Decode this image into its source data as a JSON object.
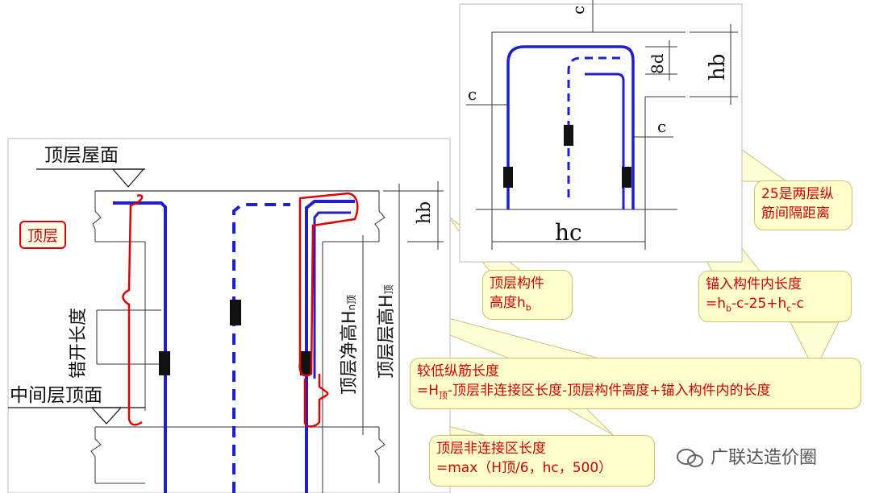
{
  "left_panel": {
    "roof_label": "顶层屋面",
    "mid_label": "中间层顶面",
    "stagger_label": "错开长度",
    "clear_height_label": "顶层净高H",
    "clear_height_sub": "n顶",
    "story_height_label": "顶层层高H",
    "story_height_sub": "顶",
    "hb_label": "hb"
  },
  "top_layer_tag": "顶层",
  "right_panel": {
    "c_top": "c",
    "c_left": "c",
    "c_right": "c",
    "eight_d": "8d",
    "hb_label": "hb",
    "hc_label": "hc"
  },
  "callouts": {
    "member_height_line1": "顶层构件",
    "member_height_line2": "高度h",
    "member_height_sub": "b",
    "spacing_line1": "25是两层纵",
    "spacing_line2": "筋间隔距离",
    "anchor_title": "锚入构件内长度",
    "anchor_formula_a": "=h",
    "anchor_formula_sub1": "b",
    "anchor_formula_b": "-c-25+h",
    "anchor_formula_sub2": "c",
    "anchor_formula_c": "-c",
    "lower_title": "较低纵筋长度",
    "lower_formula_a": "=H",
    "lower_formula_sub": "顶",
    "lower_formula_b": "-顶层非连接区长度-顶层构件高度+锚入构件内的长度",
    "nonconn_title": "顶层非连接区长度",
    "nonconn_formula": "=max（H顶/6，hc，500）"
  },
  "watermark": "广联达造价圈",
  "colors": {
    "rebar": "#1f1fd0",
    "red": "#e00000",
    "callout_bg": "#ffffcc"
  }
}
